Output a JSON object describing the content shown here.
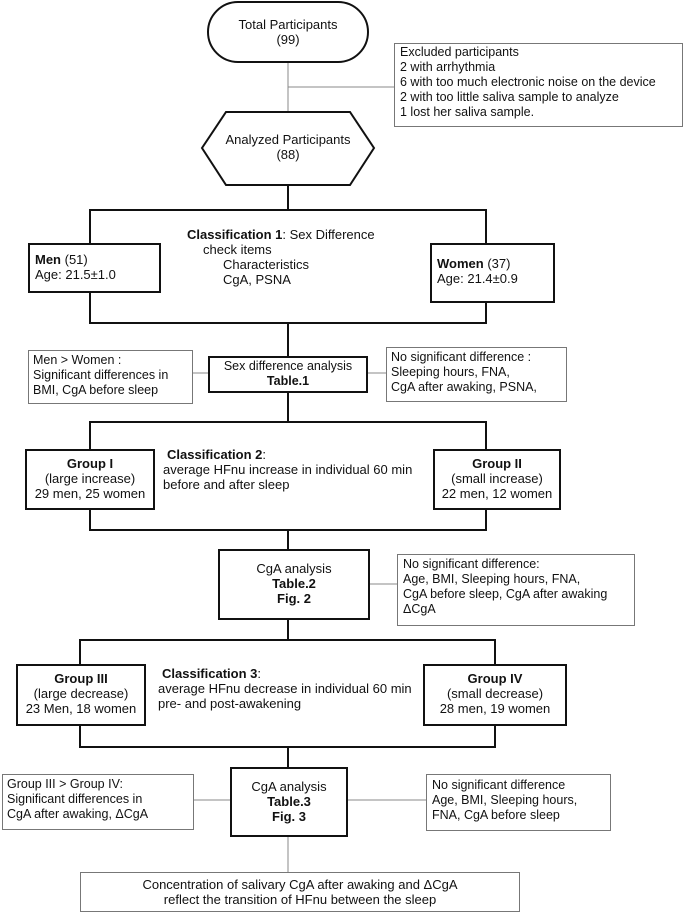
{
  "total": {
    "label": "Total Participants",
    "count": "(99)"
  },
  "excluded": {
    "title": "Excluded participants",
    "lines": [
      "2 with arrhythmia",
      "6 with too much electronic noise on the device",
      "2 with too little saliva sample to analyze",
      "1 lost her saliva sample."
    ]
  },
  "analyzed": {
    "label": "Analyzed Participants",
    "count": "(88)"
  },
  "classification1": {
    "title": "Classification 1",
    "rest": ": Sex Difference",
    "check": "check items",
    "items": [
      "Characteristics",
      "CgA, PSNA"
    ]
  },
  "men": {
    "label": "Men",
    "count": " (51)",
    "age": "Age: 21.5±1.0"
  },
  "women": {
    "label": "Women",
    "count": " (37)",
    "age": "Age: 21.4±0.9"
  },
  "sex_left": {
    "lines": [
      "Men > Women :",
      "Significant differences in",
      "BMI, CgA before sleep"
    ]
  },
  "sex_analysis": {
    "label": "Sex difference analysis",
    "table": "Table.1"
  },
  "sex_right": {
    "lines": [
      "No significant difference :",
      "Sleeping hours, FNA,",
      "CgA after awaking, PSNA,"
    ]
  },
  "group1": {
    "label": "Group I",
    "sub": "(large increase)",
    "counts": "29 men, 25 women"
  },
  "classification2": {
    "title": "Classification 2",
    "rest": ":",
    "lines": [
      "average HFnu increase in individual 60 min",
      "before and after sleep"
    ]
  },
  "group2": {
    "label": "Group II",
    "sub": "(small increase)",
    "counts": "22 men, 12 women"
  },
  "cga1": {
    "label": "CgA analysis",
    "table": "Table.2",
    "fig": "Fig. 2"
  },
  "cga1_right": {
    "lines": [
      "No significant difference:",
      "Age, BMI, Sleeping hours, FNA,",
      "CgA before sleep, CgA after awaking",
      "ΔCgA"
    ]
  },
  "group3": {
    "label": "Group III",
    "sub": "(large decrease)",
    "counts": "23 Men, 18 women"
  },
  "classification3": {
    "title": "Classification 3",
    "rest": ":",
    "lines": [
      "average HFnu decrease in individual 60 min",
      "pre- and post-awakening"
    ]
  },
  "group4": {
    "label": "Group IV",
    "sub": "(small decrease)",
    "counts": "28 men, 19 women"
  },
  "cga2_left": {
    "lines": [
      "Group III > Group IV:",
      "Significant differences in",
      "CgA after awaking, ΔCgA"
    ]
  },
  "cga2": {
    "label": "CgA analysis",
    "table": "Table.3",
    "fig": "Fig. 3"
  },
  "cga2_right": {
    "lines": [
      "No significant difference",
      "Age, BMI, Sleeping hours,",
      "FNA, CgA before sleep"
    ]
  },
  "conclusion": {
    "lines": [
      "Concentration of salivary CgA after awaking and ΔCgA",
      "reflect the transition of HFnu between the sleep"
    ]
  }
}
